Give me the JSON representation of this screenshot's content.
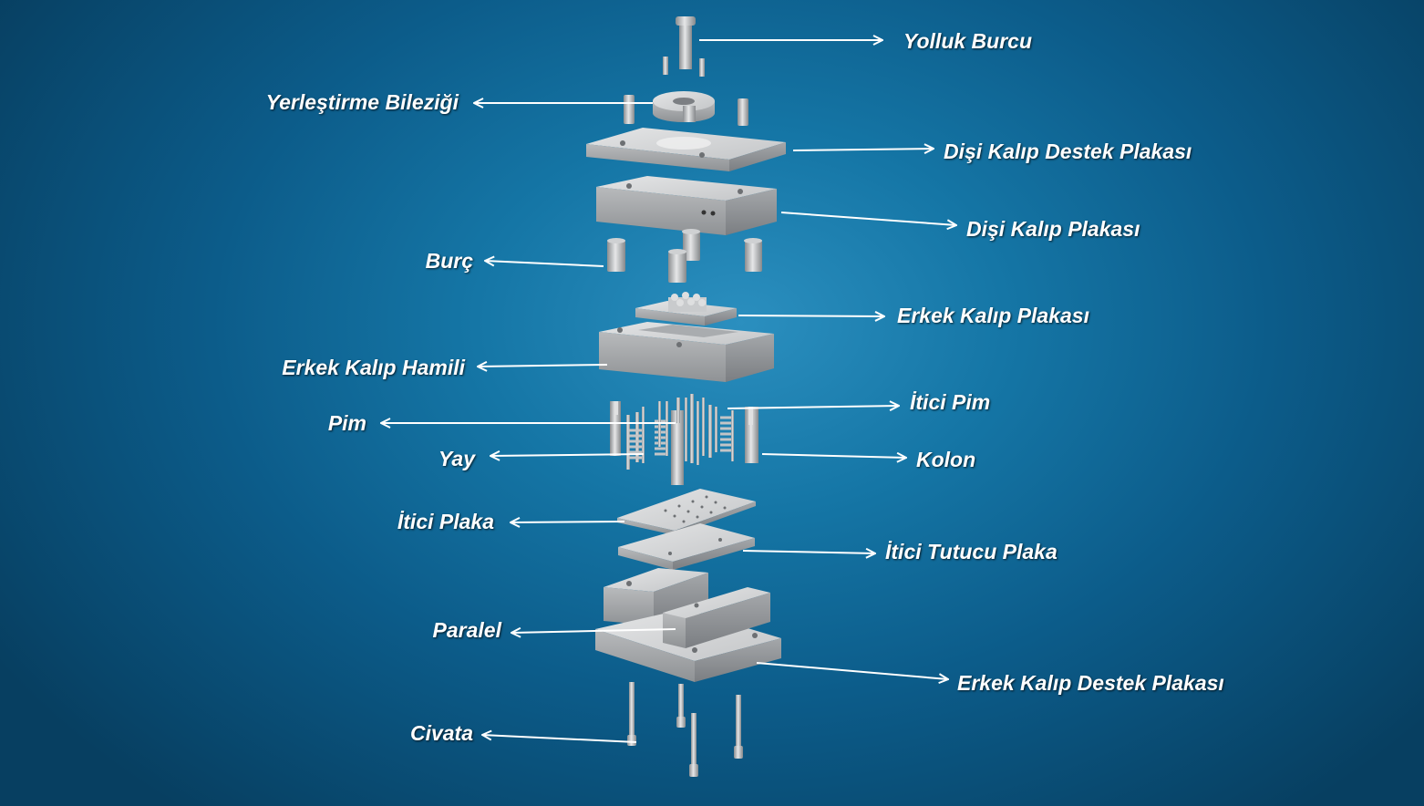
{
  "colors": {
    "background_center": "#2b8fbf",
    "background_edge": "#073f61",
    "label_text": "#ffffff",
    "arrow": "#ffffff",
    "metal_light": "#d9dadb",
    "metal_mid": "#b9bbbd",
    "metal_dark": "#8e9194"
  },
  "labels": {
    "yolluk_burcu": "Yolluk Burcu",
    "yerlestirme_bilezigi": "Yerleştirme Bileziği",
    "disi_kalip_destek_plakasi": "Dişi Kalıp Destek Plakası",
    "disi_kalip_plakasi": "Dişi Kalıp Plakası",
    "burc": "Burç",
    "erkek_kalip_plakasi": "Erkek Kalıp Plakası",
    "erkek_kalip_hamili": "Erkek Kalıp Hamili",
    "itici_pim": "İtici Pim",
    "pim": "Pim",
    "kolon": "Kolon",
    "yay": "Yay",
    "itici_plaka": "İtici Plaka",
    "itici_tutucu_plaka": "İtici Tutucu Plaka",
    "paralel": "Paralel",
    "erkek_kalip_destek_plakasi": "Erkek Kalıp Destek Plakası",
    "civata": "Civata"
  }
}
